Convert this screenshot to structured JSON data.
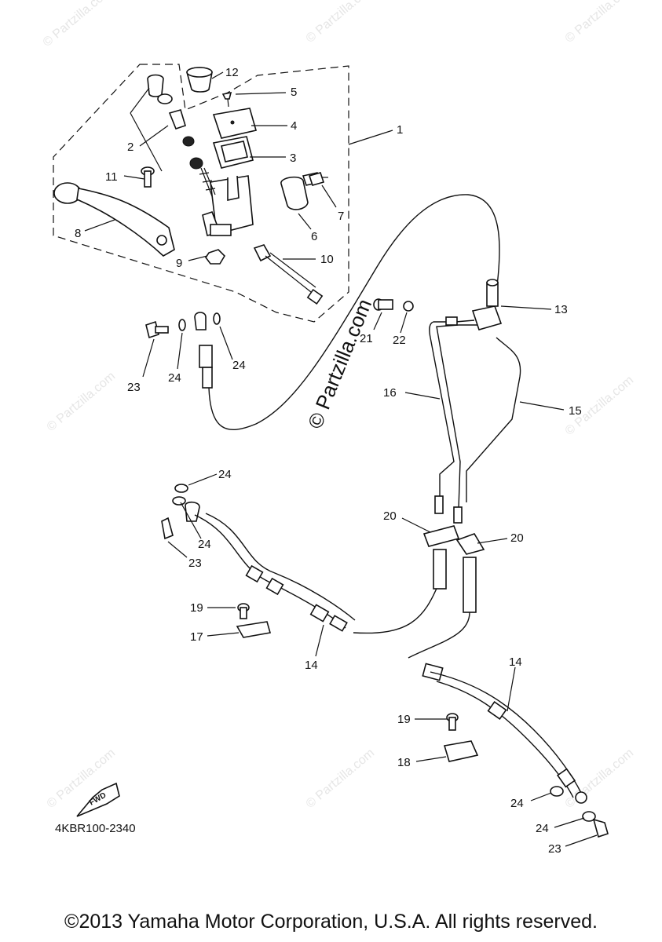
{
  "diagram_code": "4KBR100-2340",
  "fwd_label": "FWD",
  "copyright": "©2013 Yamaha Motor Corporation, U.S.A. All rights reserved.",
  "watermark_center": "© Partzilla.com",
  "watermark_repeat": "© Partzilla.com",
  "callouts": [
    {
      "id": "c12",
      "text": "12"
    },
    {
      "id": "c5",
      "text": "5"
    },
    {
      "id": "c4",
      "text": "4"
    },
    {
      "id": "c1",
      "text": "1"
    },
    {
      "id": "c2",
      "text": "2"
    },
    {
      "id": "c3",
      "text": "3"
    },
    {
      "id": "c11",
      "text": "11"
    },
    {
      "id": "c7",
      "text": "7"
    },
    {
      "id": "c6",
      "text": "6"
    },
    {
      "id": "c8",
      "text": "8"
    },
    {
      "id": "c9",
      "text": "9"
    },
    {
      "id": "c10",
      "text": "10"
    },
    {
      "id": "c13",
      "text": "13"
    },
    {
      "id": "c21",
      "text": "21"
    },
    {
      "id": "c22",
      "text": "22"
    },
    {
      "id": "c23a",
      "text": "23"
    },
    {
      "id": "c24a",
      "text": "24"
    },
    {
      "id": "c24b",
      "text": "24"
    },
    {
      "id": "c16",
      "text": "16"
    },
    {
      "id": "c15",
      "text": "15"
    },
    {
      "id": "c24c",
      "text": "24"
    },
    {
      "id": "c24d",
      "text": "24"
    },
    {
      "id": "c23b",
      "text": "23"
    },
    {
      "id": "c20a",
      "text": "20"
    },
    {
      "id": "c20b",
      "text": "20"
    },
    {
      "id": "c19a",
      "text": "19"
    },
    {
      "id": "c17",
      "text": "17"
    },
    {
      "id": "c14a",
      "text": "14"
    },
    {
      "id": "c14b",
      "text": "14"
    },
    {
      "id": "c19b",
      "text": "19"
    },
    {
      "id": "c18",
      "text": "18"
    },
    {
      "id": "c24e",
      "text": "24"
    },
    {
      "id": "c24f",
      "text": "24"
    },
    {
      "id": "c23c",
      "text": "23"
    }
  ]
}
